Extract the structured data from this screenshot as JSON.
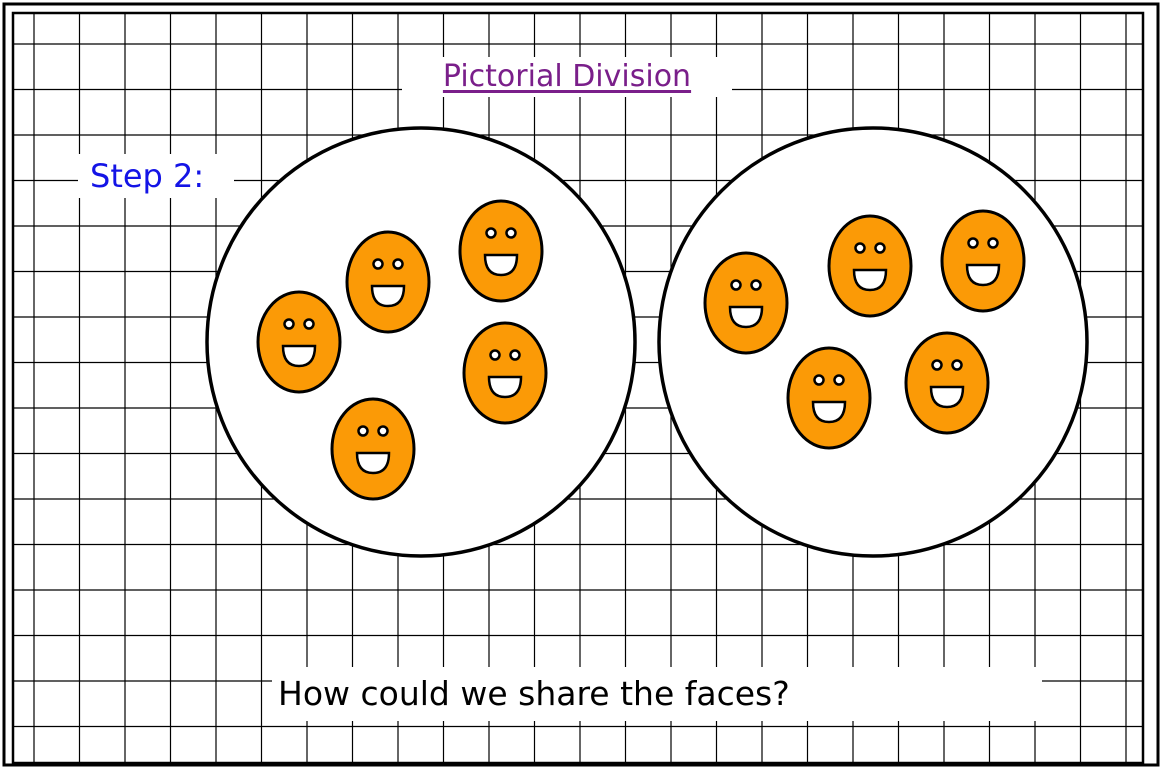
{
  "title": "Pictorial Division",
  "step_label": "Step 2:",
  "question": "How could we share the faces?",
  "groups": [
    {
      "name": "circle-1",
      "faces": 5
    },
    {
      "name": "circle-2",
      "faces": 5
    }
  ],
  "colors": {
    "face_fill": "#fb9a06",
    "outline": "#000000",
    "title": "#7a1f8a",
    "step": "#1414e6",
    "grid": "#000000"
  },
  "icons": [
    "smiley-face-icon"
  ]
}
